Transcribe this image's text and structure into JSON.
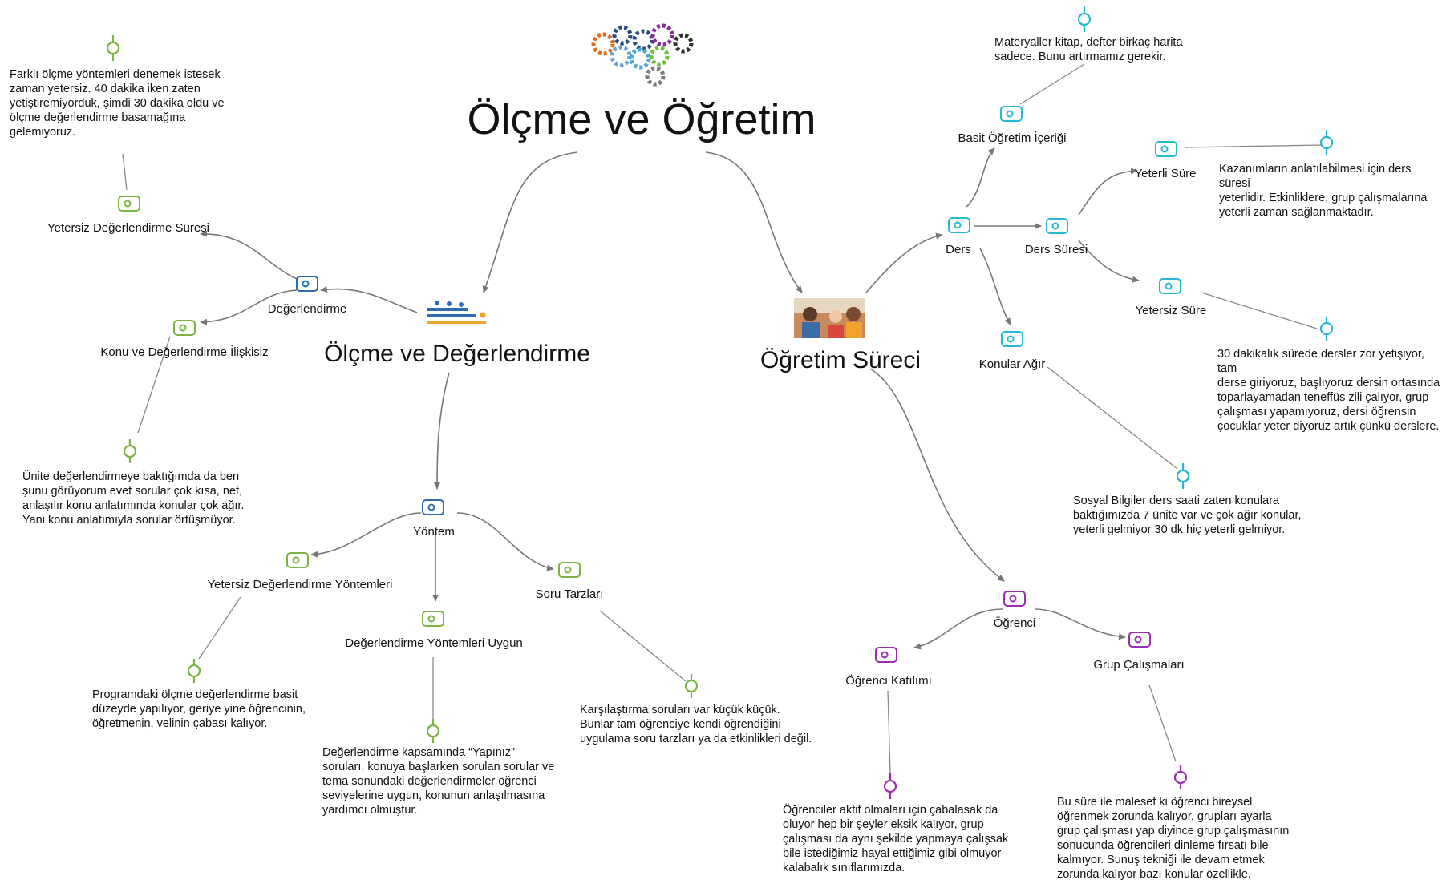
{
  "colors": {
    "blue": "#2f6db0",
    "green": "#7cb342",
    "cyan": "#26b9cf",
    "purple": "#9b2db2",
    "edge": "#777777"
  },
  "main_title": "Ölçme ve Öğretim",
  "left": {
    "title": "Ölçme ve Değerlendirme",
    "degerlendirme": {
      "label": "Değerlendirme",
      "yetersiz_sure": "Yetersiz Değerlendirme Süresi",
      "yetersiz_sure_quote": "Farklı ölçme yöntemleri denemek istesek\nzaman yetersiz. 40 dakika iken zaten\nyetiştiremiyorduk, şimdi 30 dakika oldu ve\nölçme değerlendirme basamağına\ngelemiyoruz.",
      "iliskisiz": "Konu ve Değerlendirme İlişkisiz",
      "iliskisiz_quote": "Ünite değerlendirmeye baktığımda da ben\nşunu görüyorum evet sorular çok kısa, net,\nanlaşılır konu anlatımında konular çok ağır.\nYani konu anlatımıyla sorular örtüşmüyor."
    },
    "yontem": {
      "label": "Yöntem",
      "yetersiz_yontem": "Yetersiz Değerlendirme Yöntemleri",
      "yetersiz_yontem_quote": "Programdaki ölçme değerlendirme basit\ndüzeyde yapılıyor, geriye yine öğrencinin,\nöğretmenin, velinin çabası kalıyor.",
      "uygun": "Değerlendirme Yöntemleri Uygun",
      "uygun_quote": "Değerlendirme kapsamında “Yapınız”\nsoruları, konuya başlarken sorulan sorular ve\ntema sonundaki değerlendirmeler öğrenci\nseviyelerine uygun, konunun anlaşılmasına\nyardımcı olmuştur.",
      "soru_tarzlari": "Soru Tarzları",
      "soru_tarzlari_quote": "Karşılaştırma soruları var küçük küçük.\nBunlar tam öğrenciye kendi öğrendiğini\nuygulama soru tarzları ya da etkinlikleri değil."
    }
  },
  "right": {
    "title": "Öğretim Süreci",
    "ders": {
      "label": "Ders",
      "basit_icerik": "Basit Öğretim İçeriği",
      "basit_icerik_quote": "Materyaller kitap, defter birkaç harita\nsadece. Bunu artırmamız gerekir.",
      "ders_suresi": "Ders Süresi",
      "yeterli_sure": "Yeterli Süre",
      "yeterli_sure_quote": "Kazanımların anlatılabilmesi için ders süresi\nyeterlidir. Etkinliklere, grup çalışmalarına\nyeterli zaman sağlanmaktadır.",
      "yetersiz_sure": "Yetersiz Süre",
      "yetersiz_sure_quote": "30 dakikalık sürede dersler zor yetişiyor, tam\nderse giriyoruz, başlıyoruz dersin ortasında\ntoparlayamadan teneffüs zili çalıyor, grup\nçalışması yapamıyoruz, dersi öğrensin\nçocuklar yeter diyoruz artık çünkü derslere.",
      "konular_agir": "Konular Ağır",
      "konular_agir_quote": "Sosyal Bilgiler ders saati zaten konulara\nbaktığımızda 7 ünite var ve çok ağır konular,\nyeterli gelmiyor 30 dk hiç yeterli gelmiyor."
    },
    "ogrenci": {
      "label": "Öğrenci",
      "katilim": "Öğrenci Katılımı",
      "katilim_quote": "Öğrenciler aktif olmaları için çabalasak da\noluyor hep bir şeyler eksik kalıyor, grup\nçalışması da aynı şekilde yapmaya çalışsak\nbile istediğimiz hayal ettiğimiz gibi olmuyor\nkalabalık sınıflarımızda.",
      "grup": "Grup Çalışmaları",
      "grup_quote": "Bu süre ile malesef ki öğrenci bireysel\nöğrenmek zorunda kalıyor, grupları ayarla\ngrup çalışması yap diyince grup çalışmasının\nsonucunda öğrencileri dinleme fırsatı bile\nkalmıyor. Sunuş tekniği ile devam etmek\nzorunda kalıyor bazı konular özellikle."
    }
  }
}
